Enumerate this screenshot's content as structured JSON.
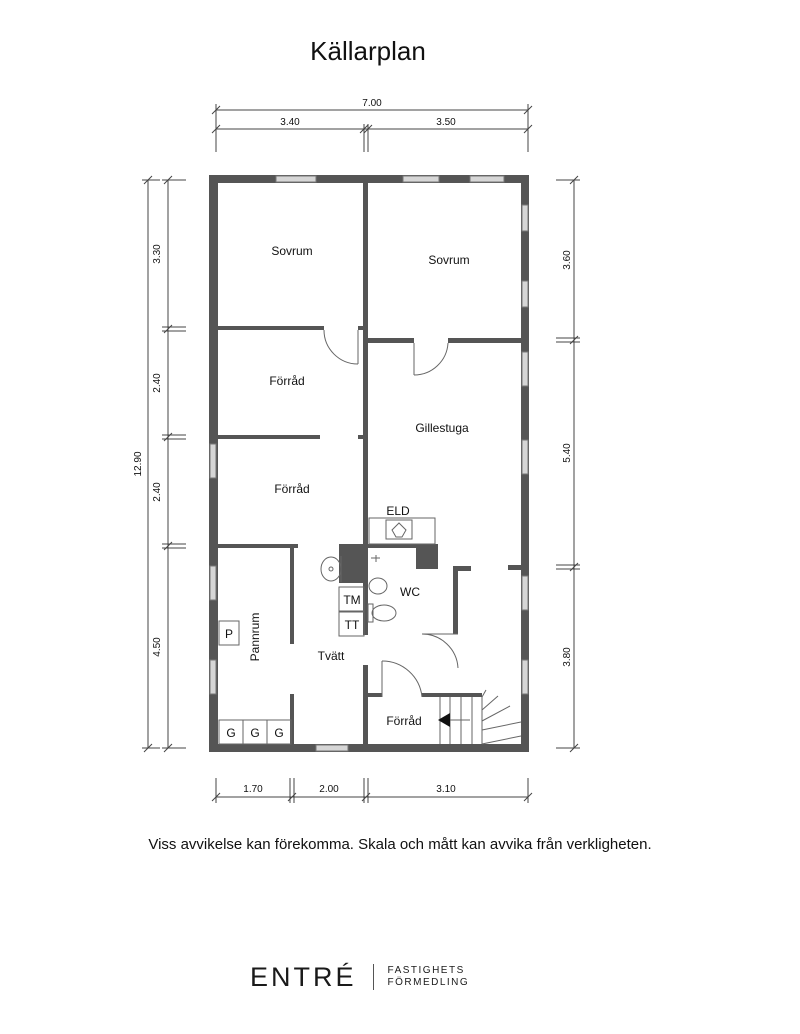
{
  "title": "Källarplan",
  "dimensions": {
    "top_total": "7.00",
    "top_left": "3.40",
    "top_right": "3.50",
    "left_total": "12.90",
    "left_1": "3.30",
    "left_2": "2.40",
    "left_3": "2.40",
    "left_4": "4.50",
    "right_1": "3.60",
    "right_2": "5.40",
    "right_3": "3.80",
    "bottom_1": "1.70",
    "bottom_2": "2.00",
    "bottom_3": "3.10"
  },
  "rooms": {
    "sovrum_1": "Sovrum",
    "sovrum_2": "Sovrum",
    "forrad_1": "Förråd",
    "forrad_2": "Förråd",
    "gillestuga": "Gillestuga",
    "eld": "ELD",
    "wc": "WC",
    "tm": "TM",
    "tt": "TT",
    "pannrum": "Pannrum",
    "p": "P",
    "tvatt": "Tvätt",
    "forrad_3": "Förråd",
    "g1": "G",
    "g2": "G",
    "g3": "G"
  },
  "disclaimer": "Viss avvikelse kan förekomma. Skala och mått kan avvika från verkligheten.",
  "logo": {
    "word": "ENTRÉ",
    "line1": "FASTIGHETS",
    "line2": "FÖRMEDLING"
  },
  "colors": {
    "wall": "#555555",
    "window": "#d6d6d6"
  }
}
